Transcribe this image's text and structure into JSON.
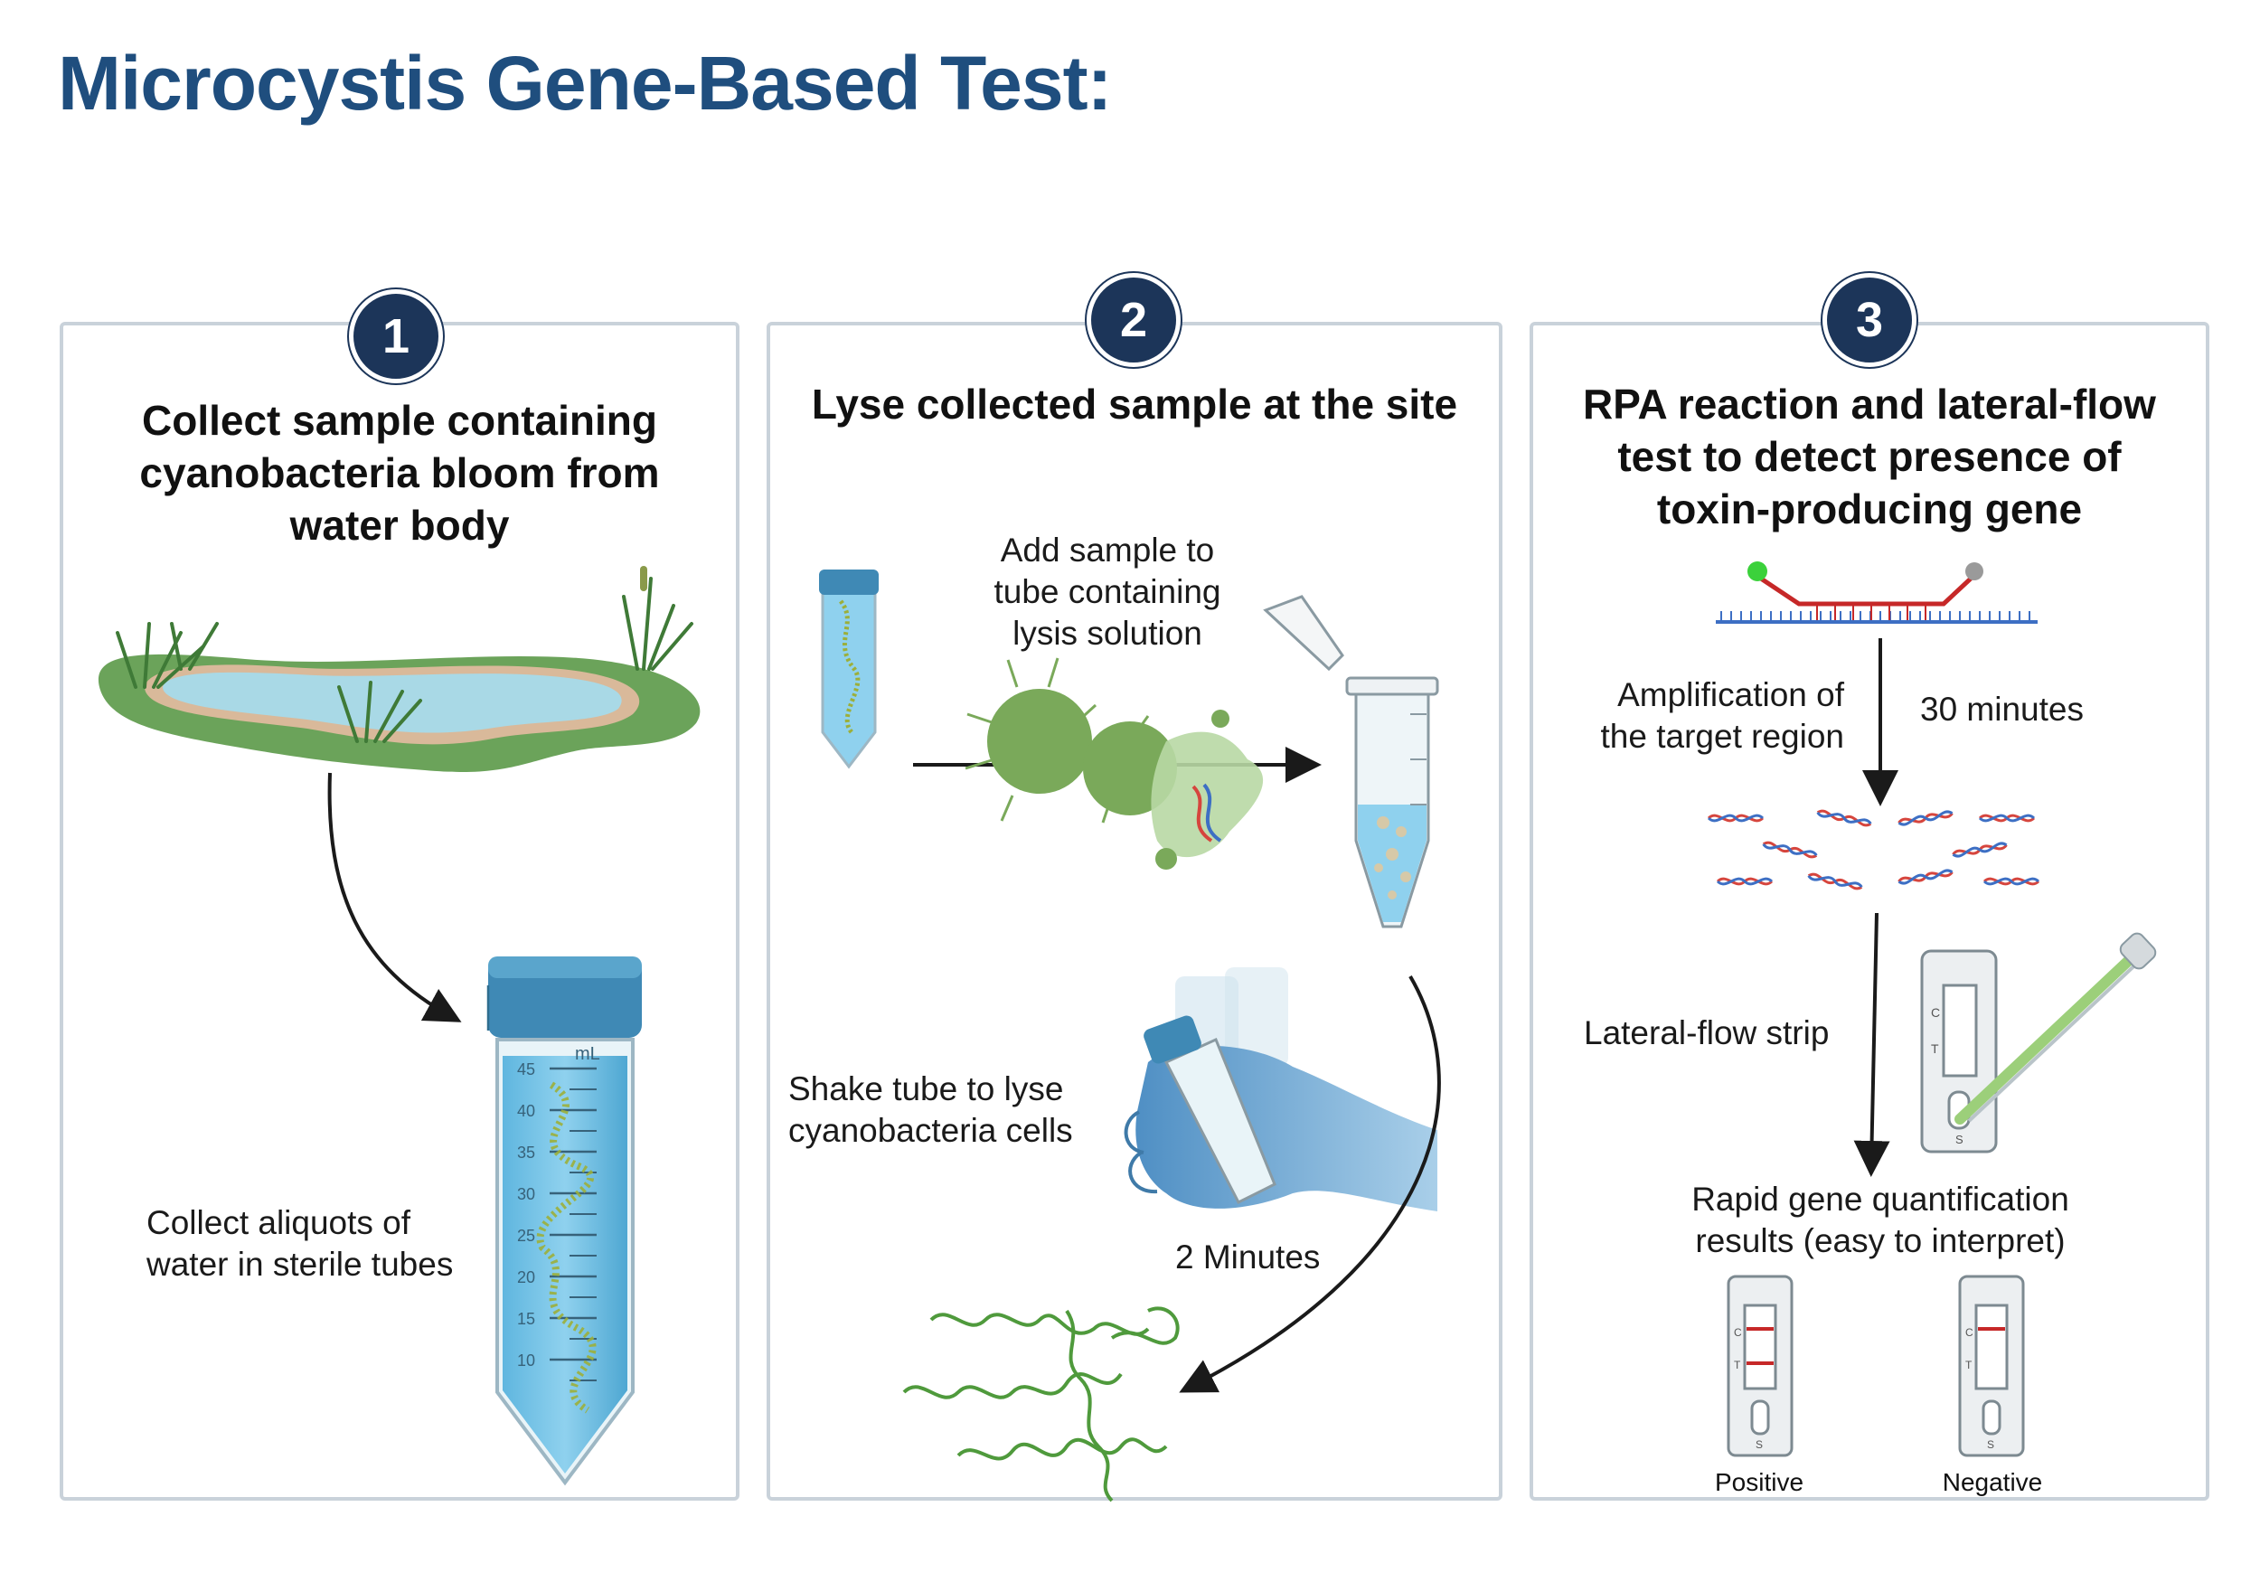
{
  "title": "Microcystis Gene-Based Test:",
  "steps": [
    {
      "number": "1",
      "heading_lines": [
        "Collect sample containing",
        "cyanobacteria bloom from",
        "water body"
      ],
      "labels": {
        "aliquots": [
          "Collect aliquots of",
          "water in sterile tubes"
        ],
        "tube_unit": "mL",
        "tube_marks": [
          "45",
          "40",
          "35",
          "30",
          "25",
          "20",
          "15",
          "10"
        ]
      }
    },
    {
      "number": "2",
      "heading_lines": [
        "Lyse collected sample at the site"
      ],
      "labels": {
        "add_sample": [
          "Add sample to",
          "tube containing",
          "lysis solution"
        ],
        "shake": [
          "Shake tube to lyse",
          "cyanobacteria cells"
        ],
        "duration": "2 Minutes"
      }
    },
    {
      "number": "3",
      "heading_lines": [
        "RPA reaction and lateral-flow",
        "test to detect presence of",
        "toxin-producing gene"
      ],
      "labels": {
        "amplification": [
          "Amplification of",
          "the target region"
        ],
        "duration": "30 minutes",
        "strip": "Lateral-flow strip",
        "results": [
          "Rapid gene quantification",
          "results (easy to interpret)"
        ],
        "positive": "Positive",
        "negative": "Negative",
        "strip_c": "C",
        "strip_t": "T",
        "strip_s": "S"
      }
    }
  ],
  "colors": {
    "title": "#1f4e7e",
    "badge": "#1c3559",
    "panel_border": "#c9d2da",
    "water": "#a9d9e6",
    "grass": "#6ba35a",
    "tube_cap": "#3f89b5",
    "tube_liquid": "#6dc0e2",
    "cell_green": "#7aa95a",
    "glove": "#6aa3cf",
    "test_line": "#c62828",
    "dna_red": "#d6453d",
    "dna_blue": "#3d6fc4"
  }
}
